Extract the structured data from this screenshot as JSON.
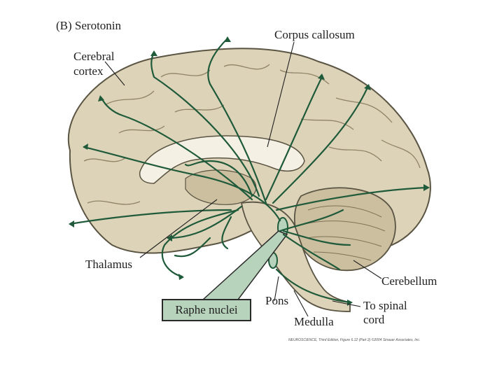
{
  "title": "(B) Serotonin",
  "labels": {
    "cerebral_cortex_1": "Cerebral",
    "cerebral_cortex_2": "cortex",
    "corpus_callosum": "Corpus callosum",
    "thalamus": "Thalamus",
    "cerebellum": "Cerebellum",
    "pons": "Pons",
    "medulla": "Medulla",
    "spinal_1": "To spinal",
    "spinal_2": "cord",
    "raphe": "Raphe nuclei"
  },
  "credit": "NEUROSCIENCE, Third Edition, Figure 6.12 (Part 2) ©2004 Sinauer Associates, Inc.",
  "colors": {
    "brain": "#ddd3b8",
    "brain_dark": "#cbbf9f",
    "outline": "#5a5443",
    "fiber": "#1f5a3a",
    "highlight": "#f4f0e4",
    "raphe_fill": "#b7d3bc"
  }
}
